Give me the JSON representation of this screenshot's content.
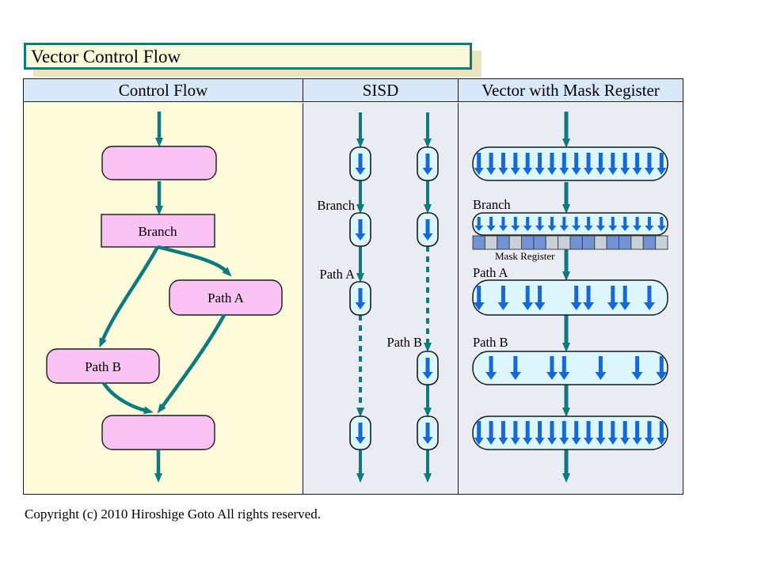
{
  "title": {
    "text": "Vector Control Flow"
  },
  "table": {
    "headers": [
      "Control Flow",
      "SISD",
      "Vector with Mask Register"
    ]
  },
  "control_flow": {
    "top_box_label": "",
    "branch_label": "Branch",
    "path_a_label": "Path A",
    "path_b_label": "Path B",
    "bottom_box_label": ""
  },
  "sisd": {
    "lanes": 2,
    "branch_label": "Branch",
    "path_a_label": "Path A",
    "path_b_label": "Path B"
  },
  "vector": {
    "branch_label": "Branch",
    "path_a_label": "Path A",
    "path_b_label": "Path B",
    "mask_register_label": "Mask Register",
    "vector_width": 16,
    "mask": [
      1,
      0,
      1,
      0,
      1,
      1,
      0,
      0,
      1,
      1,
      0,
      1,
      1,
      0,
      1,
      0
    ],
    "path_a_arrow_count": 9,
    "path_b_arrow_count": 7
  },
  "footer": {
    "copyright": "Copyright (c) 2010 Hiroshige Goto All rights reserved."
  },
  "colors": {
    "teal": "#0E7A7D",
    "blue_arrow": "#1668D9",
    "pink_fill": "#F9C3F3",
    "cyan_fill": "#DCF6FB",
    "col1_bg": "#FDFBD9",
    "col23_bg": "#E9EDF3",
    "header_bg": "#D9E8F9",
    "title_fill": "#FBFADA",
    "title_border": "#0E7A80",
    "title_shadow": "#EAE5BB",
    "mask_on": "#7193D6",
    "mask_off": "#C8D0DA",
    "box_border": "#1a1a1a"
  }
}
